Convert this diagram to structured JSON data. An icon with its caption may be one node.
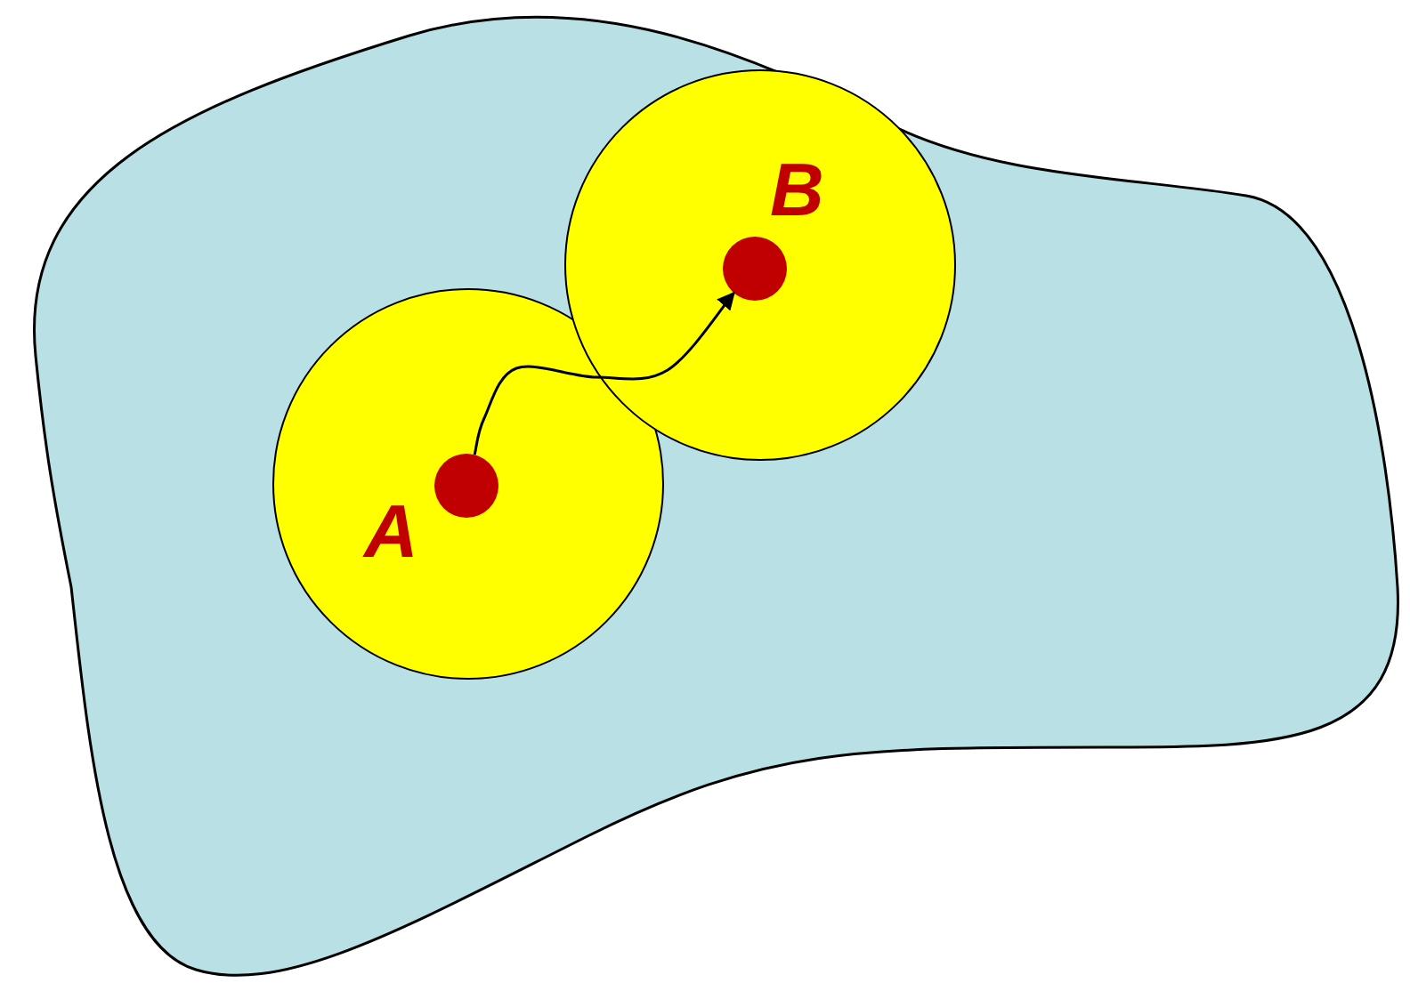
{
  "diagram": {
    "nodes": [
      {
        "text": [],
        "shape": "blob"
      },
      {
        "text": [],
        "shape": "circle",
        "in": 0
      },
      {
        "text": [],
        "shape": "circle",
        "in": 0
      },
      {
        "text": [],
        "shape": "circle",
        "in": 1,
        "beside": [
          "A"
        ]
      },
      {
        "text": [],
        "shape": "circle",
        "in": 2,
        "beside": [
          "B"
        ]
      }
    ],
    "edges": [
      {
        "from": 3,
        "to": 4,
        "arrow": "to"
      }
    ]
  }
}
